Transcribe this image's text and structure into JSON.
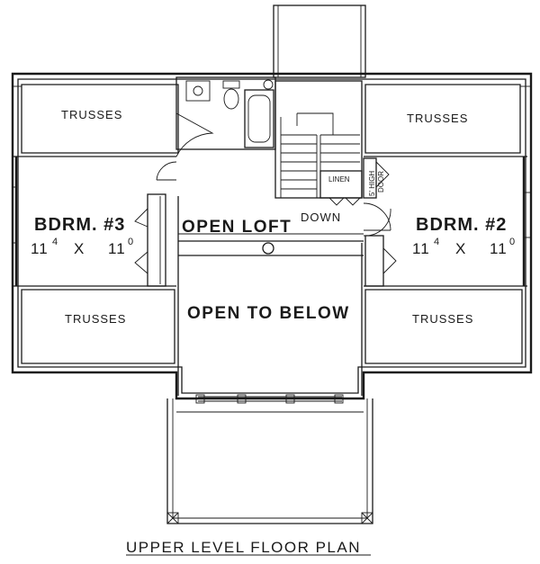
{
  "plan": {
    "title": "UPPER LEVEL FLOOR PLAN",
    "trusses": [
      "TRUSSES",
      "TRUSSES",
      "TRUSSES",
      "TRUSSES"
    ],
    "bedroom3": {
      "name": "BDRM. #3",
      "dim_a": "11",
      "dim_a_sup": "4",
      "x": "X",
      "dim_b": "11",
      "dim_b_sup": "0"
    },
    "bedroom2": {
      "name": "BDRM. #2",
      "dim_a": "11",
      "dim_a_sup": "4",
      "x": "X",
      "dim_b": "11",
      "dim_b_sup": "0"
    },
    "open_loft": "OPEN LOFT",
    "open_to_below": "OPEN TO BELOW",
    "down": "DOWN",
    "linen": "LINEN",
    "high_door_1": "5' HIGH",
    "high_door_2": "DOOR"
  }
}
